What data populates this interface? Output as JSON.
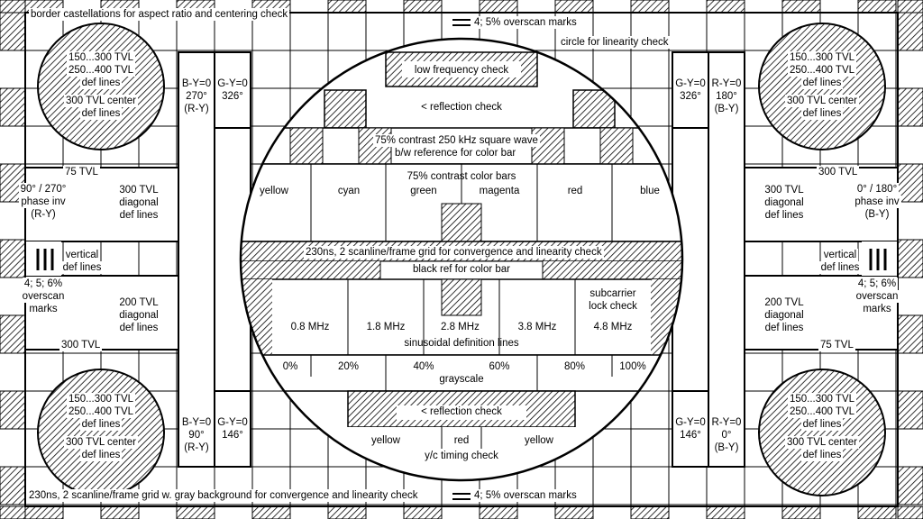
{
  "top": {
    "castellations": "border castellations for aspect ratio and centering check",
    "overscan": "4; 5% overscan marks",
    "linearity_circle": "circle for linearity check"
  },
  "corner_circle": {
    "line1": "150...300 TVL",
    "line2": "250...400 TVL",
    "line3": "def lines",
    "line4": "300 TVL center",
    "line5": "def lines"
  },
  "upper_left_bar": {
    "line1": "B-Y=0",
    "line2": "270°",
    "line3": "(R-Y)"
  },
  "upper_left_bar2": {
    "line1": "G-Y=0",
    "line2": "326°"
  },
  "upper_right_bar2": {
    "line1": "G-Y=0",
    "line2": "326°"
  },
  "upper_right_bar": {
    "line1": "R-Y=0",
    "line2": "180°",
    "line3": "(B-Y)"
  },
  "lower_left_bar": {
    "line1": "B-Y=0",
    "line2": "90°",
    "line3": "(R-Y)"
  },
  "lower_left_bar2": {
    "line1": "G-Y=0",
    "line2": "146°"
  },
  "lower_right_bar2": {
    "line1": "G-Y=0",
    "line2": "146°"
  },
  "lower_right_bar": {
    "line1": "R-Y=0",
    "line2": "0°",
    "line3": "(B-Y)"
  },
  "center": {
    "low_freq": "low frequency check",
    "reflection_top": "< reflection check",
    "square_wave": "75% contrast 250 kHz square wave",
    "bw_ref": "b/w reference for color bar",
    "color_bars_title": "75% contrast color bars",
    "color_bars": [
      "yellow",
      "cyan",
      "green",
      "magenta",
      "red",
      "blue"
    ],
    "grid": "230ns, 2 scanline/frame grid for convergence and linearity check",
    "black_ref": "black ref for color bar",
    "subcarrier": [
      "subcarrier",
      "lock check"
    ],
    "freqs": [
      "0.8 MHz",
      "1.8 MHz",
      "2.8 MHz",
      "3.8 MHz",
      "4.8 MHz"
    ],
    "sinusoidal": "sinusoidal definition lines",
    "grayscale_steps": [
      "0%",
      "20%",
      "40%",
      "60%",
      "80%",
      "100%"
    ],
    "grayscale": "grayscale",
    "reflection_bottom": "< reflection check",
    "yc_labels": [
      "yellow",
      "red",
      "yellow"
    ],
    "yc_timing": "y/c timing check"
  },
  "left": {
    "tvl75": "75 TVL",
    "phase": [
      "90° / 270°",
      "phase inv",
      "(R-Y)"
    ],
    "diag300": [
      "300 TVL",
      "diagonal",
      "def lines"
    ],
    "vertical": [
      "vertical",
      "def lines"
    ],
    "overscan": [
      "4; 5; 6%",
      "overscan",
      "marks"
    ],
    "diag200": [
      "200 TVL",
      "diagonal",
      "def lines"
    ],
    "tvl300": "300 TVL"
  },
  "right": {
    "tvl300": "300 TVL",
    "phase": [
      "0° / 180°",
      "phase inv",
      "(B-Y)"
    ],
    "diag300": [
      "300 TVL",
      "diagonal",
      "def lines"
    ],
    "vertical": [
      "vertical",
      "def lines"
    ],
    "overscan": [
      "4; 5; 6%",
      "overscan",
      "marks"
    ],
    "diag200": [
      "200 TVL",
      "diagonal",
      "def lines"
    ],
    "tvl75": "75 TVL"
  },
  "bottom": {
    "grid_gray": "230ns, 2 scanline/frame grid w. gray background for convergence and linearity check",
    "overscan": "4; 5% overscan marks"
  }
}
